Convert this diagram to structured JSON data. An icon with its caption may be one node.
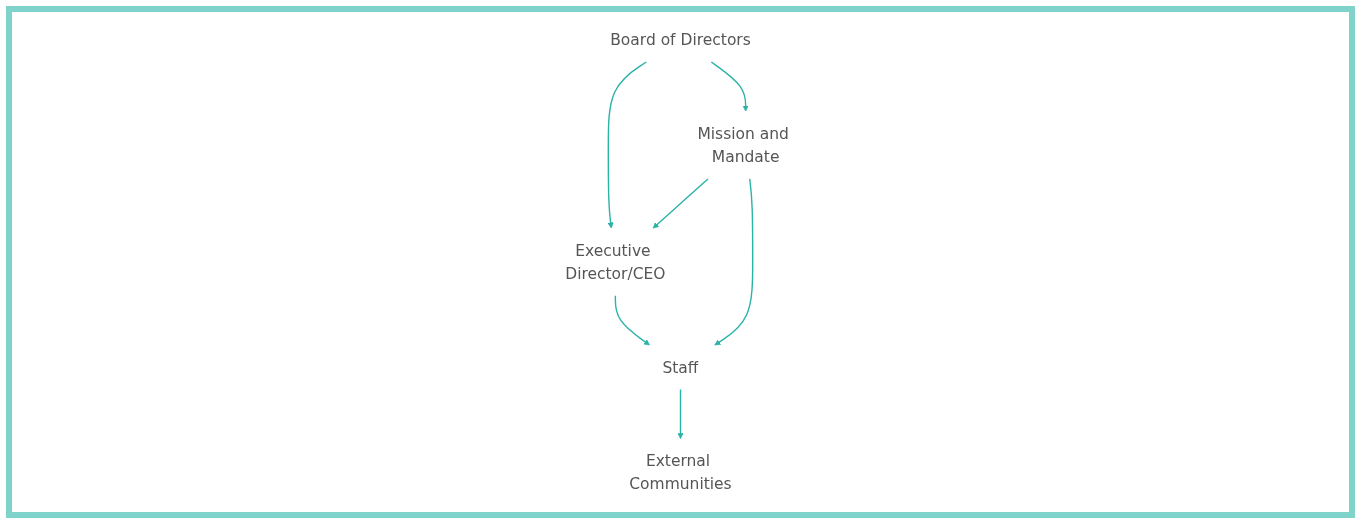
{
  "diagram": {
    "nodes": [
      {
        "text": [
          "Board of Directors"
        ]
      },
      {
        "text": [
          "External Communities"
        ]
      },
      {
        "text": [
          "Executive Director/CEO"
        ]
      },
      {
        "text": [
          "Mission and Mandate"
        ]
      },
      {
        "text": [
          "Staff"
        ]
      }
    ],
    "edges": [
      {
        "from": 0,
        "to": 2,
        "arrow": "to"
      },
      {
        "from": 0,
        "to": 3,
        "arrow": "to"
      },
      {
        "from": 3,
        "to": 2,
        "arrow": "to"
      },
      {
        "from": 2,
        "to": 4,
        "arrow": "to"
      },
      {
        "from": 3,
        "to": 4,
        "arrow": "to"
      },
      {
        "from": 4,
        "to": 1,
        "arrow": "to"
      }
    ]
  }
}
